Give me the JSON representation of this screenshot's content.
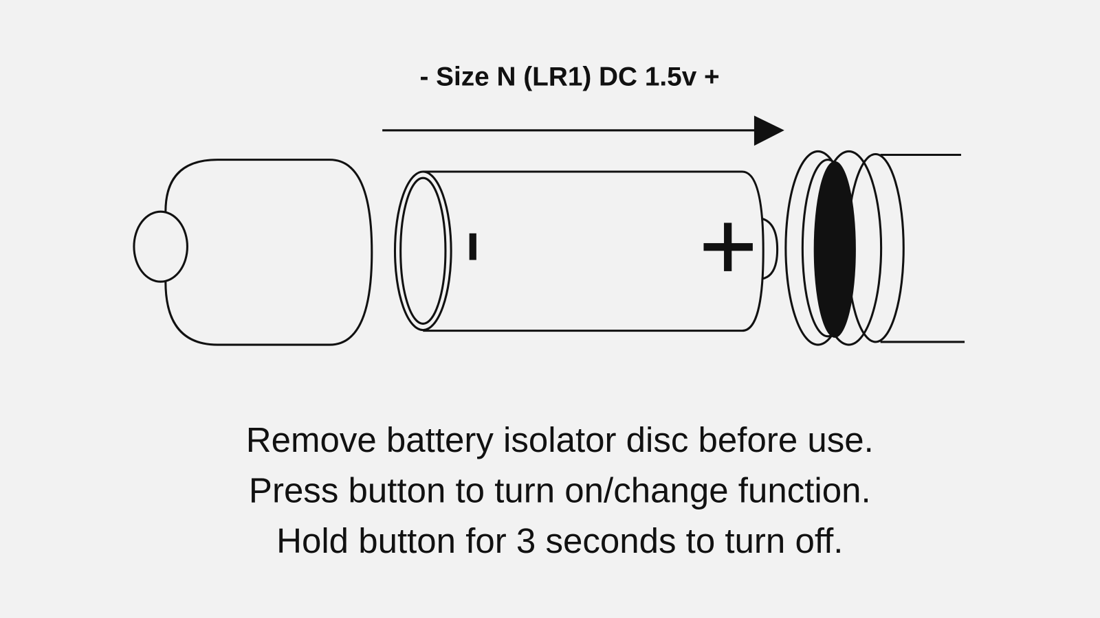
{
  "heading": "- Size N (LR1) DC 1.5v +",
  "battery": {
    "minus_symbol": "-",
    "plus_symbol": "+"
  },
  "instructions": [
    "Remove battery isolator disc before use.",
    "Press button to turn on/change function.",
    "Hold button for 3 seconds to turn off."
  ]
}
